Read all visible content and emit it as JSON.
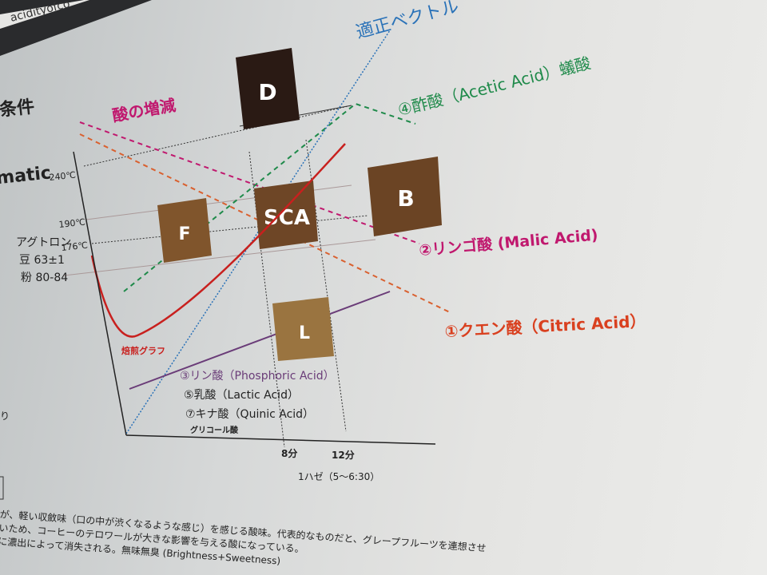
{
  "browser": {
    "url_text": "acidityofco"
  },
  "page": {
    "heading_fragment": "条件",
    "subheading_fragment": "matic",
    "left_cut_text": "り"
  },
  "diagram": {
    "vector_label": "適正ベクトル",
    "acid_change_label": "酸の増減",
    "boxes": {
      "D": "D",
      "B": "B",
      "SCA": "SCA",
      "F": "F",
      "L": "L"
    },
    "temps": [
      "240℃",
      "190℃",
      "176℃"
    ],
    "agtron": {
      "title": "アグトロン",
      "bean": "豆 63±1",
      "ground": "粉 80-84"
    },
    "roast_graph_label": "焙煎グラフ",
    "acids": {
      "citric": "①クエン酸（Citric Acid）",
      "malic": "②リンゴ酸 (Malic Acid)",
      "phosphoric": "③リン酸（Phosphoric Acid）",
      "acetic": "④酢酸（Acetic Acid）蟻酸",
      "lactic": "⑤乳酸（Lactic Acid）",
      "quinic": "⑦キナ酸（Quinic Acid）",
      "glycolic": "グリコール酸"
    },
    "time_ticks": [
      "8分",
      "12分"
    ],
    "first_crack": "1ハゼ（5～6:30）",
    "colors": {
      "citric": "#d9401f",
      "malic": "#c0186e",
      "acetic": "#1f8a4a",
      "vector": "#2a72b8",
      "phosphoric": "#6a3c78",
      "roast": "#c8201e"
    }
  },
  "body_text": [
    "が、軽い収斂味（口の中が渋くなるような感じ）を感じる酸味。代表的なものだと、グレープフルーツを連想させ",
    "いため、コーヒーのテロワールが大きな影響を与える酸になっている。",
    "に濃出によって消失される。無味無臭 (Brightness+Sweetness)"
  ]
}
